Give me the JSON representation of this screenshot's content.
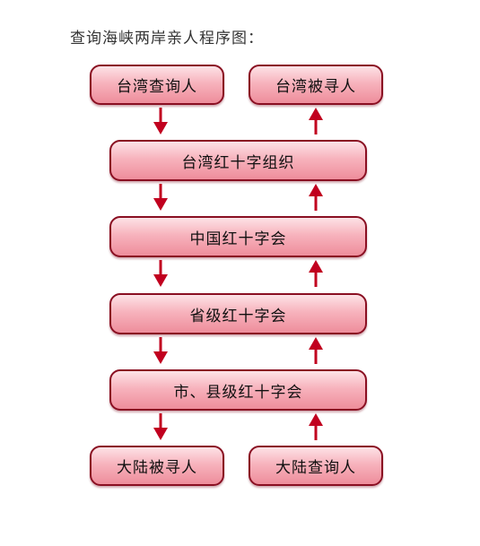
{
  "title": "查询海峡两岸亲人程序图：",
  "colors": {
    "border": "#8a0f22",
    "fill_top": "#fde2e6",
    "fill_bottom": "#ee8d9b",
    "arrow": "#c1001f"
  },
  "nodes": {
    "taiwan_inquirer": "台湾查询人",
    "taiwan_sought": "台湾被寻人",
    "taiwan_red_cross": "台湾红十字组织",
    "china_red_cross": "中国红十字会",
    "provincial_red_cross": "省级红十字会",
    "city_county_red_cross": "市、县级红十字会",
    "mainland_sought": "大陆被寻人",
    "mainland_inquirer": "大陆查询人"
  }
}
